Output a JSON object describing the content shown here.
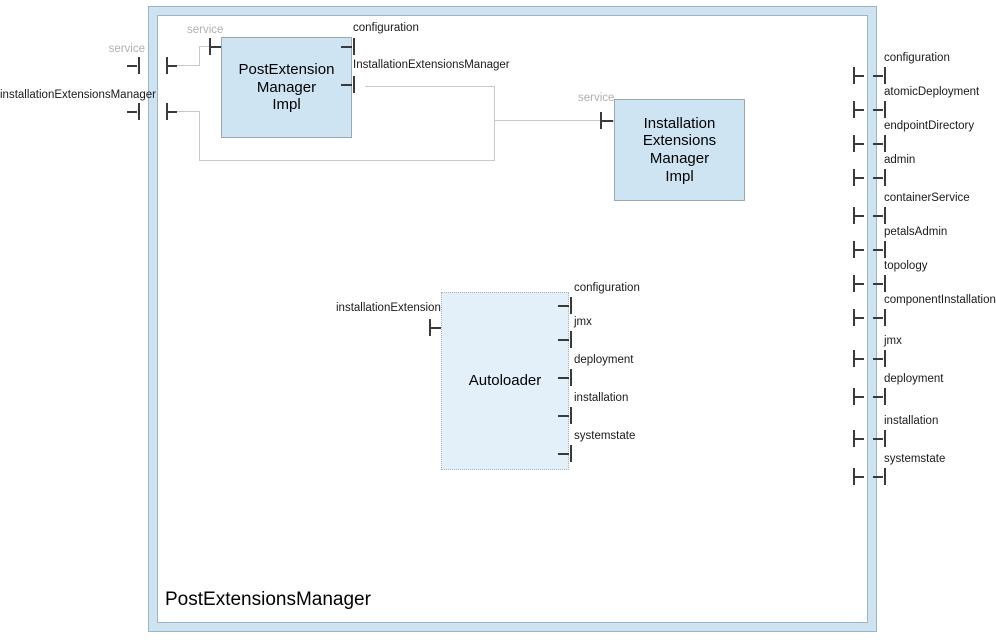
{
  "diagram": {
    "title": "PostExtensionsManager",
    "colors": {
      "frame_band": "#cfe2f0",
      "frame_border": "#9ab6cc",
      "component_fill": "#cee4f3",
      "component_border": "#9aa8b0",
      "autoloader_fill": "#e3f0f9",
      "autoloader_border": "#a8b4bc",
      "connector": "#c8c8c8",
      "port": "#3a3a3a",
      "label": "#1a1a1a",
      "label_muted": "#b0b0b0"
    }
  },
  "components": [
    {
      "name": "PostExtensionManagerImpl",
      "lines": [
        "PostExtension",
        "Manager",
        "Impl"
      ],
      "style": "solid"
    },
    {
      "name": "InstallationExtensionsManagerImpl",
      "lines": [
        "Installation",
        "Extensions",
        "Manager",
        "Impl"
      ],
      "style": "solid"
    },
    {
      "name": "Autoloader",
      "lines": [
        "Autoloader"
      ],
      "style": "dotted"
    }
  ],
  "frame_ports_left": [
    {
      "label": "service",
      "muted": true
    },
    {
      "label": "installationExtensionsManager",
      "muted": false
    }
  ],
  "frame_ports_right": [
    {
      "label": "configuration"
    },
    {
      "label": "atomicDeployment"
    },
    {
      "label": "endpointDirectory"
    },
    {
      "label": "admin"
    },
    {
      "label": "containerService"
    },
    {
      "label": "petalsAdmin"
    },
    {
      "label": "topology"
    },
    {
      "label": "componentInstallation"
    },
    {
      "label": "jmx"
    },
    {
      "label": "deployment"
    },
    {
      "label": "installation"
    },
    {
      "label": "systemstate"
    }
  ],
  "pem_ports": {
    "left": [
      {
        "label": "service",
        "muted": true
      }
    ],
    "right": [
      {
        "label": "configuration",
        "muted": false
      },
      {
        "label": "InstallationExtensionsManager",
        "muted": false
      }
    ]
  },
  "iem_ports": {
    "left": [
      {
        "label": "service",
        "muted": true
      }
    ]
  },
  "autoloader_ports": {
    "left": [
      {
        "label": "installationExtension",
        "muted": false
      }
    ],
    "right": [
      {
        "label": "configuration",
        "muted": false
      },
      {
        "label": "jmx",
        "muted": false
      },
      {
        "label": "deployment",
        "muted": false
      },
      {
        "label": "installation",
        "muted": false
      },
      {
        "label": "systemstate",
        "muted": false
      }
    ]
  }
}
